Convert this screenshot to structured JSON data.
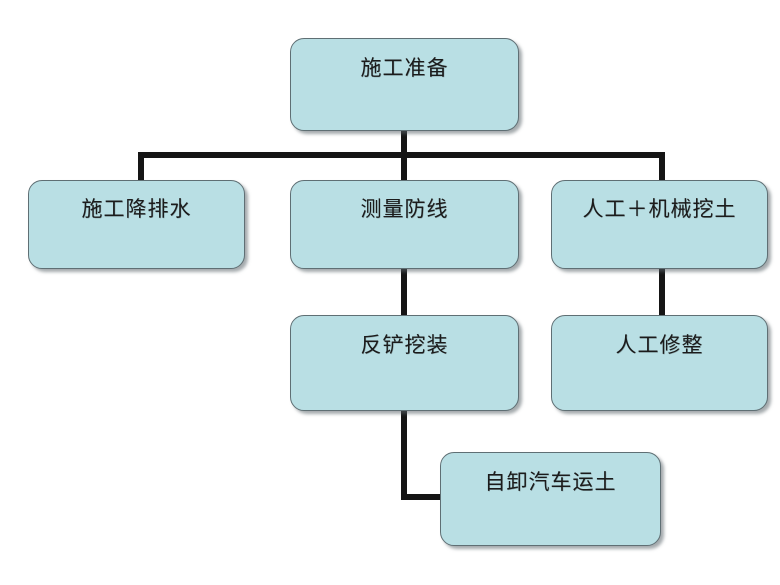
{
  "diagram": {
    "type": "flowchart",
    "title": "",
    "palette": {
      "node_fill": "#b9dfe4",
      "node_border": "#5f6f74",
      "connector": "#151515",
      "text": "#1b1b1b",
      "background": "#ffffff"
    },
    "nodes": [
      {
        "id": "prep",
        "label": "施工准备",
        "row": 1
      },
      {
        "id": "dewater",
        "label": "施工降排水",
        "row": 2
      },
      {
        "id": "survey",
        "label": "测量防线",
        "row": 2
      },
      {
        "id": "excavate",
        "label": "人工＋机械挖土",
        "row": 2
      },
      {
        "id": "backhoe",
        "label": "反铲挖装",
        "row": 3
      },
      {
        "id": "trim",
        "label": "人工修整",
        "row": 3
      },
      {
        "id": "haul",
        "label": "自卸汽车运土",
        "row": 4
      }
    ],
    "edges": [
      {
        "from": "prep",
        "to": "dewater"
      },
      {
        "from": "prep",
        "to": "survey"
      },
      {
        "from": "prep",
        "to": "excavate"
      },
      {
        "from": "survey",
        "to": "backhoe"
      },
      {
        "from": "excavate",
        "to": "trim"
      },
      {
        "from": "backhoe",
        "to": "haul"
      }
    ]
  }
}
